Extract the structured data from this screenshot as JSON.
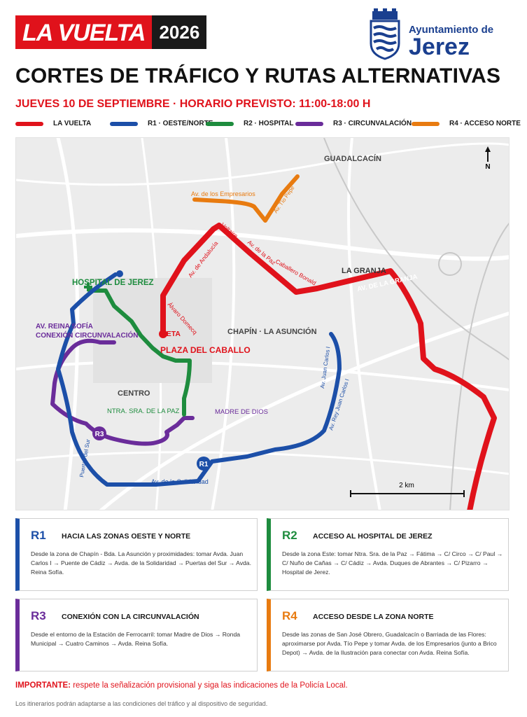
{
  "brand": {
    "name": "LA VUELTA",
    "year": "2026"
  },
  "city": {
    "line1": "Ayuntamiento de",
    "line2": "Jerez"
  },
  "title": "CORTES DE TRÁFICO Y RUTAS ALTERNATIVAS",
  "subtitle": "JUEVES 10 DE SEPTIEMBRE  ·  HORARIO PREVISTO: 11:00-18:00 H",
  "colors": {
    "vuelta": "#e0121b",
    "r1": "#1c4fa8",
    "r2": "#1e8c3e",
    "r3": "#6a2c9a",
    "r4": "#e87b10"
  },
  "legend": [
    {
      "label": "LA VUELTA",
      "color": "#e0121b"
    },
    {
      "label": "R1 · OESTE/NORTE",
      "color": "#1c4fa8"
    },
    {
      "label": "R2 · HOSPITAL",
      "color": "#1e8c3e"
    },
    {
      "label": "R3 · CIRCUNVALACIÓN",
      "color": "#6a2c9a"
    },
    {
      "label": "R4 · ACCESO NORTE",
      "color": "#e87b10"
    }
  ],
  "map": {
    "north": "N",
    "scale": "2 km",
    "areas": {
      "guadalcacin": "GUADALCACÍN",
      "la_granja": "LA GRANJA",
      "chapin": "CHAPÍN · LA ASUNCIÓN",
      "centro": "CENTRO",
      "madre_de_dios": "MADRE DE DIOS"
    },
    "labels": {
      "hospital": "HOSPITAL DE JEREZ",
      "reina_sofia_1": "AV. REINA SOFÍA",
      "reina_sofia_2": "CONEXIÓN CIRCUNVALACIÓN",
      "meta": "META",
      "plaza": "PLAZA DEL CABALLO",
      "paz": "NTRA. SRA. DE LA PAZ",
      "granja_av": "AV. DE LA GRANJA",
      "empresarios": "Av. de los Empresarios",
      "tio_pepe": "Av. Tío Pepe",
      "voltaire": "Voltaire",
      "paz_av": "Av. de la Paz",
      "caballero": "Caballero Bonald",
      "andalucia": "Av. de Andalucía",
      "alvaro": "Álvaro Domecq",
      "juan_carlos_i": "Av. Rey Juan Carlos I",
      "juan_carlos_i_short": "Av. Juan Carlos I",
      "puertas_sur": "Puertas del Sur",
      "solidaridad": "Av. de la Solidaridad",
      "r1": "R1",
      "r3": "R3"
    }
  },
  "routes": {
    "r1": {
      "code": "R1",
      "title": "HACIA LAS ZONAS OESTE Y NORTE",
      "text": "Desde la zona de Chapín - Bda. La Asunción y proximidades: tomar Avda. Juan Carlos I → Puente de Cádiz → Avda. de la Solidaridad → Puertas del Sur → Avda. Reina Sofía."
    },
    "r2": {
      "code": "R2",
      "title": "ACCESO AL HOSPITAL DE JEREZ",
      "text": "Desde la zona Este: tomar Ntra. Sra. de la Paz → Fátima → C/ Circo → C/ Paul → C/ Nuño de Cañas → C/ Cádiz → Avda. Duques de Abrantes → C/ Pizarro → Hospital de Jerez."
    },
    "r3": {
      "code": "R3",
      "title": "CONEXIÓN CON LA CIRCUNVALACIÓN",
      "text": "Desde el entorno de la Estación de Ferrocarril: tomar Madre de Dios → Ronda Municipal → Cuatro Caminos → Avda. Reina Sofía."
    },
    "r4": {
      "code": "R4",
      "title": "ACCESO DESDE LA ZONA NORTE",
      "text": "Desde las zonas de San José Obrero, Guadalcacín o Barriada de las Flores: aproximarse por Avda. Tío Pepe y tomar Avda. de los Empresarios (junto a Brico Depot) → Avda. de la Ilustración para conectar con Avda. Reina Sofía."
    }
  },
  "important": {
    "label": "IMPORTANTE:",
    "text": "respete la señalización provisional y siga las indicaciones de la Policía Local."
  },
  "note": "Los itinerarios podrán adaptarse a las condiciones del tráfico y al dispositivo de seguridad."
}
